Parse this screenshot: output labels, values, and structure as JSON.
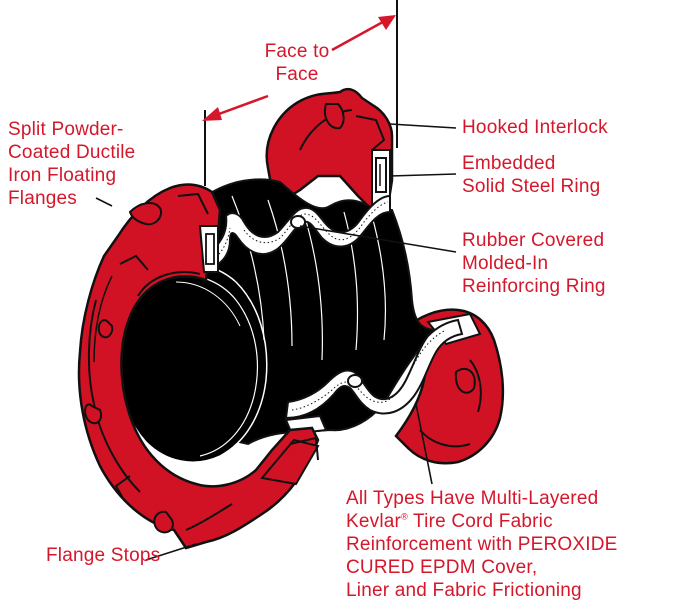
{
  "labels": {
    "face_to_face": [
      "Face to",
      "Face"
    ],
    "split_flanges": [
      "Split Powder-",
      "Coated Ductile",
      "Iron Floating",
      "Flanges"
    ],
    "hooked_interlock": [
      "Hooked Interlock"
    ],
    "embedded_ring": [
      "Embedded",
      "Solid Steel Ring"
    ],
    "rubber_ring": [
      "Rubber Covered",
      "Molded-In",
      "Reinforcing Ring"
    ],
    "flange_stops": [
      "Flange Stops"
    ],
    "all_types": {
      "line1": "All Types Have Multi-Layered",
      "line2_a": "Kevlar",
      "line2_reg": "®",
      "line2_b": " Tire Cord Fabric",
      "line3": "Reinforcement with PEROXIDE",
      "line4": "CURED EPDM Cover,",
      "line5": "Liner and Fabric Frictioning"
    }
  },
  "colors": {
    "label": "#d5172b",
    "flange": "#d01224",
    "body": "#000000",
    "outline": "#1a1a1a",
    "background": "#ffffff"
  }
}
